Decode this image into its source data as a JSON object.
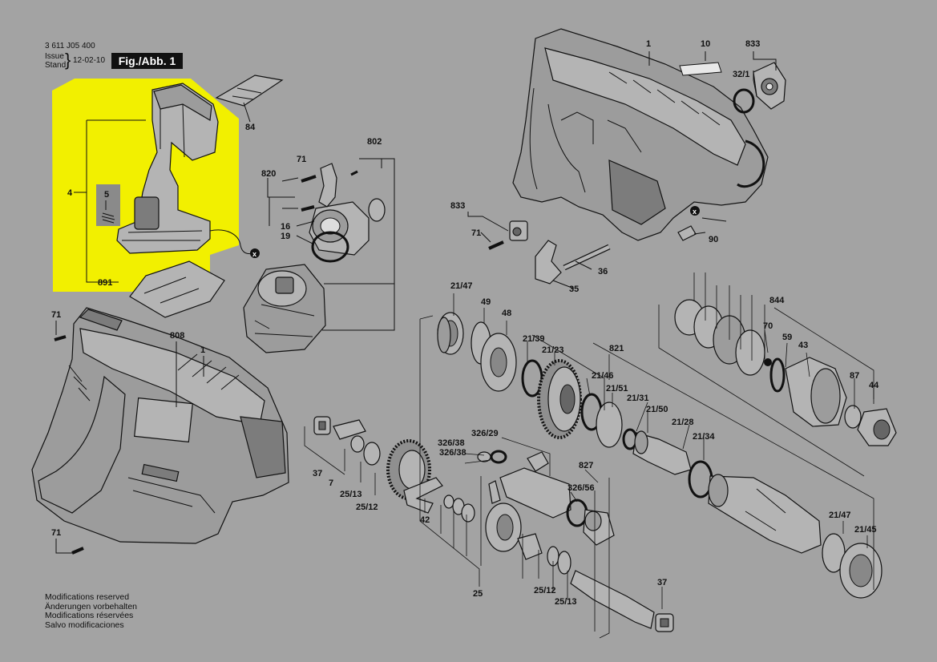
{
  "header": {
    "part_number": "3 611 J05 400",
    "issue_label": "Issue",
    "stand_label": "Stand",
    "issue_date": "12-02-10",
    "figure_label": "Fig./Abb. 1"
  },
  "footer_notes": [
    "Modifications reserved",
    "Änderungen vorbehalten",
    "Modifications réservées",
    "Salvo modificaciones"
  ],
  "colors": {
    "background": "#a3a3a3",
    "highlight": "#f2f000",
    "ink": "#111111"
  },
  "highlighted_group": "4",
  "callouts": [
    "4",
    "5",
    "84",
    "891",
    "71",
    "808",
    "1",
    "71",
    "820",
    "802",
    "71",
    "16",
    "19",
    "1",
    "10",
    "833",
    "32/1",
    "833",
    "71",
    "90",
    "36",
    "35",
    "21/47",
    "49",
    "48",
    "21/39",
    "21/23",
    "821",
    "21/46",
    "21/51",
    "21/31",
    "21/50",
    "21/28",
    "21/34",
    "844",
    "70",
    "59",
    "43",
    "87",
    "44",
    "37",
    "7",
    "25/13",
    "25/12",
    "42",
    "326/29",
    "326/38",
    "326/38",
    "827",
    "326/56",
    "25",
    "25/12",
    "25/13",
    "37",
    "21/47",
    "21/45"
  ]
}
